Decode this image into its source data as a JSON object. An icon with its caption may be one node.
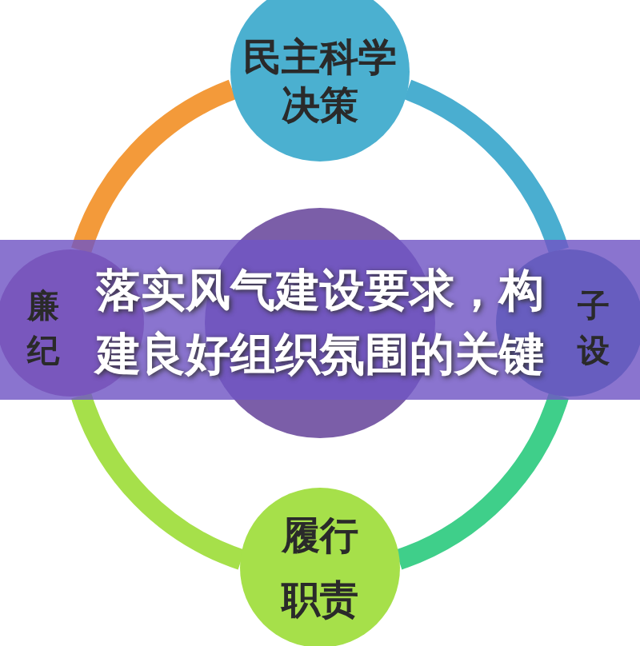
{
  "diagram": {
    "title": "落实风气建设要求，构建良好组织氛围的关键",
    "nodes": [
      {
        "text": [
          "民主科学决策"
        ]
      },
      {
        "text": [
          "子",
          "设"
        ]
      },
      {
        "text": [
          "履行职责"
        ]
      },
      {
        "text": [
          "廉",
          "纪"
        ]
      },
      {
        "text": [],
        "shape": "circle"
      }
    ],
    "edges": [
      {
        "from": 0,
        "to": 1,
        "arrow": "none",
        "color": "#4aaed0"
      },
      {
        "from": 1,
        "to": 2,
        "arrow": "none",
        "color": "#3fcf8a"
      },
      {
        "from": 2,
        "to": 3,
        "arrow": "none",
        "color": "#a6e04a"
      },
      {
        "from": 3,
        "to": 0,
        "arrow": "none",
        "color": "#f39a3a"
      }
    ]
  }
}
